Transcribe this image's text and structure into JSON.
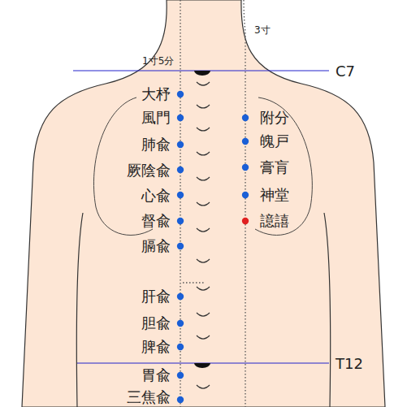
{
  "diagram": {
    "labels": [
      "3寸",
      "1寸5分",
      "C7",
      "大杼",
      "風門",
      "肺兪",
      "厥陰兪",
      "心兪",
      "督兪",
      "膈兪",
      "肝兪",
      "胆兪",
      "脾兪",
      "胃兪",
      "三焦兪",
      "附分",
      "魄戸",
      "膏肓",
      "神堂",
      "譩譆",
      "T12"
    ]
  }
}
